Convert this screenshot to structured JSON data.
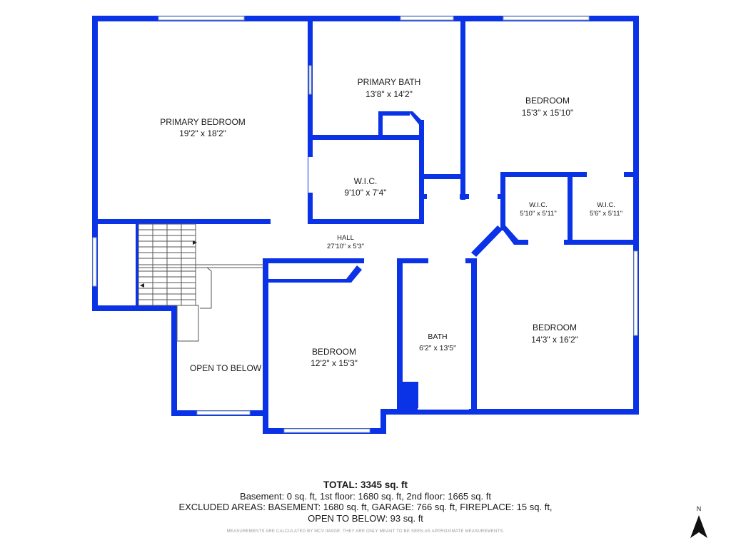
{
  "rooms": {
    "primary_bedroom": {
      "name": "PRIMARY BEDROOM",
      "dim": "19'2\" x 18'2\""
    },
    "primary_bath": {
      "name": "PRIMARY BATH",
      "dim": "13'8\" x 14'2\""
    },
    "bedroom_ne": {
      "name": "BEDROOM",
      "dim": "15'3\" x 15'10\""
    },
    "wic_main": {
      "name": "W.I.C.",
      "dim": "9'10\" x 7'4\""
    },
    "wic_a": {
      "name": "W.I.C.",
      "dim": "5'10\" x 5'11\""
    },
    "wic_b": {
      "name": "W.I.C.",
      "dim": "5'6\" x 5'11\""
    },
    "hall": {
      "name": "HALL",
      "dim": "27'10\" x 5'3\""
    },
    "bedroom_sw": {
      "name": "BEDROOM",
      "dim": "12'2\" x 15'3\""
    },
    "bath": {
      "name": "BATH",
      "dim": "6'2\" x 13'5\""
    },
    "bedroom_se": {
      "name": "BEDROOM",
      "dim": "14'3\" x 16'2\""
    },
    "open_to_below": {
      "name": "OPEN TO BELOW"
    }
  },
  "summary": {
    "total": "TOTAL: 3345 sq. ft",
    "line1": "Basement: 0 sq. ft, 1st floor: 1680 sq. ft, 2nd floor: 1665 sq. ft",
    "line2": "EXCLUDED AREAS: BASEMENT: 1680 sq. ft, GARAGE: 766 sq. ft, FIREPLACE: 15 sq. ft,",
    "line3": "OPEN TO BELOW: 93 sq. ft"
  },
  "disclaimer": "MEASUREMENTS ARE CALCULATED BY MCV IMAGE. THEY ARE ONLY MEANT TO BE SEEN AS APPROXIMATE MEASUREMENTS.",
  "compass": {
    "label": "N",
    "icon": "north-arrow-icon"
  },
  "colors": {
    "wall": "#0a32e6",
    "background": "#ffffff",
    "text": "#1a1a1a"
  }
}
